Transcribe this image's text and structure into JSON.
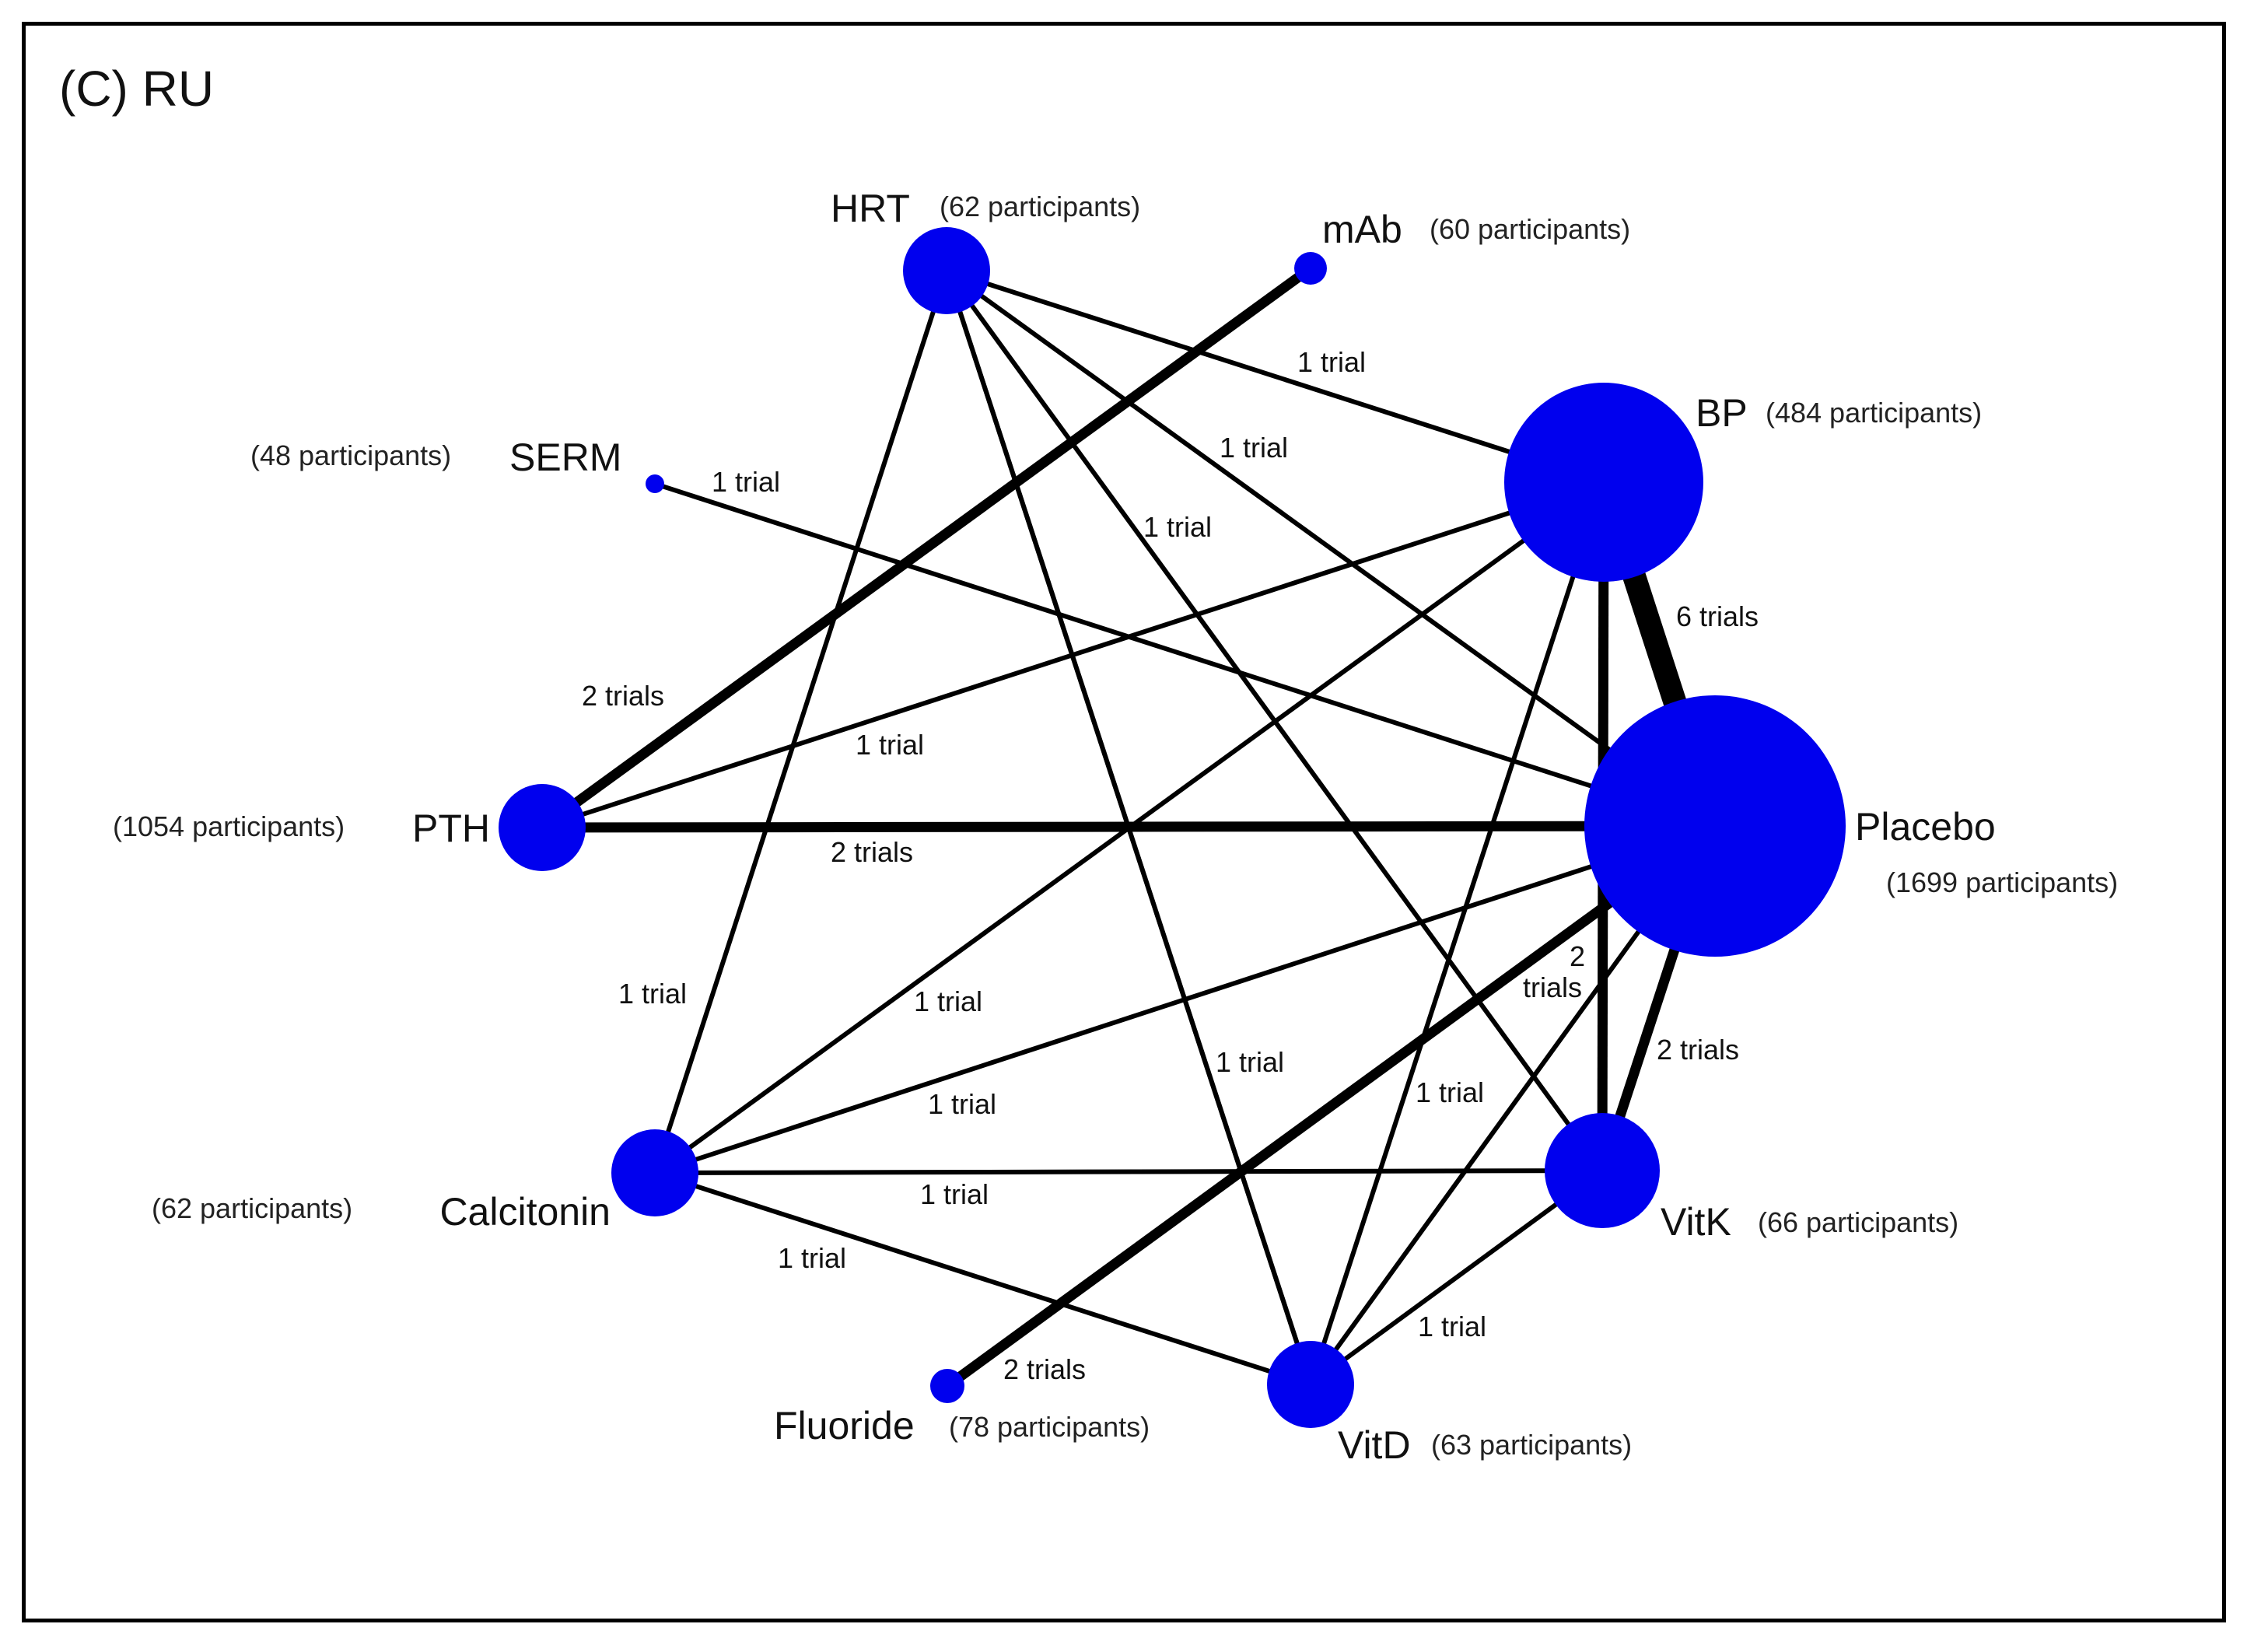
{
  "panel_title": "(C) RU",
  "node_color": "#0000ee",
  "edge_color": "#000000",
  "nodes": [
    {
      "id": "hrt",
      "name": "HRT",
      "participants_label": "(62 participants)",
      "participants": 62
    },
    {
      "id": "mab",
      "name": "mAb",
      "participants_label": "(60 participants)",
      "participants": 60
    },
    {
      "id": "bp",
      "name": "BP",
      "participants_label": "(484 participants)",
      "participants": 484
    },
    {
      "id": "placebo",
      "name": "Placebo",
      "participants_label": "(1699 participants)",
      "participants": 1699
    },
    {
      "id": "vitk",
      "name": "VitK",
      "participants_label": "(66 participants)",
      "participants": 66
    },
    {
      "id": "vitd",
      "name": "VitD",
      "participants_label": "(63 participants)",
      "participants": 63
    },
    {
      "id": "fluoride",
      "name": "Fluoride",
      "participants_label": "(78 participants)",
      "participants": 78
    },
    {
      "id": "calcitonin",
      "name": "Calcitonin",
      "participants_label": "(62 participants)",
      "participants": 62
    },
    {
      "id": "pth",
      "name": "PTH",
      "participants_label": "(1054 participants)",
      "participants": 1054
    },
    {
      "id": "serm",
      "name": "SERM",
      "participants_label": "(48 participants)",
      "participants": 48
    }
  ],
  "edges": [
    {
      "from": "hrt",
      "to": "bp",
      "trials": 1,
      "label": "1 trial"
    },
    {
      "from": "hrt",
      "to": "placebo",
      "trials": 1,
      "label": "1 trial"
    },
    {
      "from": "hrt",
      "to": "vitk",
      "trials": 1,
      "label": "1 trial"
    },
    {
      "from": "hrt",
      "to": "vitd",
      "trials": 1,
      "label": ""
    },
    {
      "from": "hrt",
      "to": "calcitonin",
      "trials": 1,
      "label": "1 trial"
    },
    {
      "from": "mab",
      "to": "pth",
      "trials": 2,
      "label": "2 trials"
    },
    {
      "from": "serm",
      "to": "placebo",
      "trials": 1,
      "label": "1 trial"
    },
    {
      "from": "bp",
      "to": "placebo",
      "trials": 6,
      "label": "6 trials"
    },
    {
      "from": "bp",
      "to": "pth",
      "trials": 1,
      "label": "1 trial"
    },
    {
      "from": "bp",
      "to": "calcitonin",
      "trials": 1,
      "label": "1 trial"
    },
    {
      "from": "bp",
      "to": "vitk",
      "trials": 2,
      "label": ""
    },
    {
      "from": "bp",
      "to": "vitd",
      "trials": 1,
      "label": "1 trial"
    },
    {
      "from": "pth",
      "to": "placebo",
      "trials": 2,
      "label": "2 trials"
    },
    {
      "from": "placebo",
      "to": "calcitonin",
      "trials": 1,
      "label": "1 trial"
    },
    {
      "from": "placebo",
      "to": "fluoride",
      "trials": 2,
      "label": "2 trials"
    },
    {
      "from": "placebo",
      "to": "vitk",
      "trials": 2,
      "label": "2 trials"
    },
    {
      "from": "placebo",
      "to": "vitd",
      "trials": 1,
      "label": "1 trial"
    },
    {
      "from": "calcitonin",
      "to": "vitk",
      "trials": 1,
      "label": "1 trial"
    },
    {
      "from": "calcitonin",
      "to": "vitd",
      "trials": 1,
      "label": "1 trial"
    },
    {
      "from": "vitk",
      "to": "vitd",
      "trials": 1,
      "label": "1 trial"
    },
    {
      "from": "hrt",
      "to": "vitd",
      "trials": 1,
      "label": "1 trial"
    }
  ],
  "extra_labels": [
    {
      "text": "2",
      "near": "placebo-fluoride-a"
    },
    {
      "text": "trials",
      "near": "placebo-fluoride-b"
    }
  ]
}
